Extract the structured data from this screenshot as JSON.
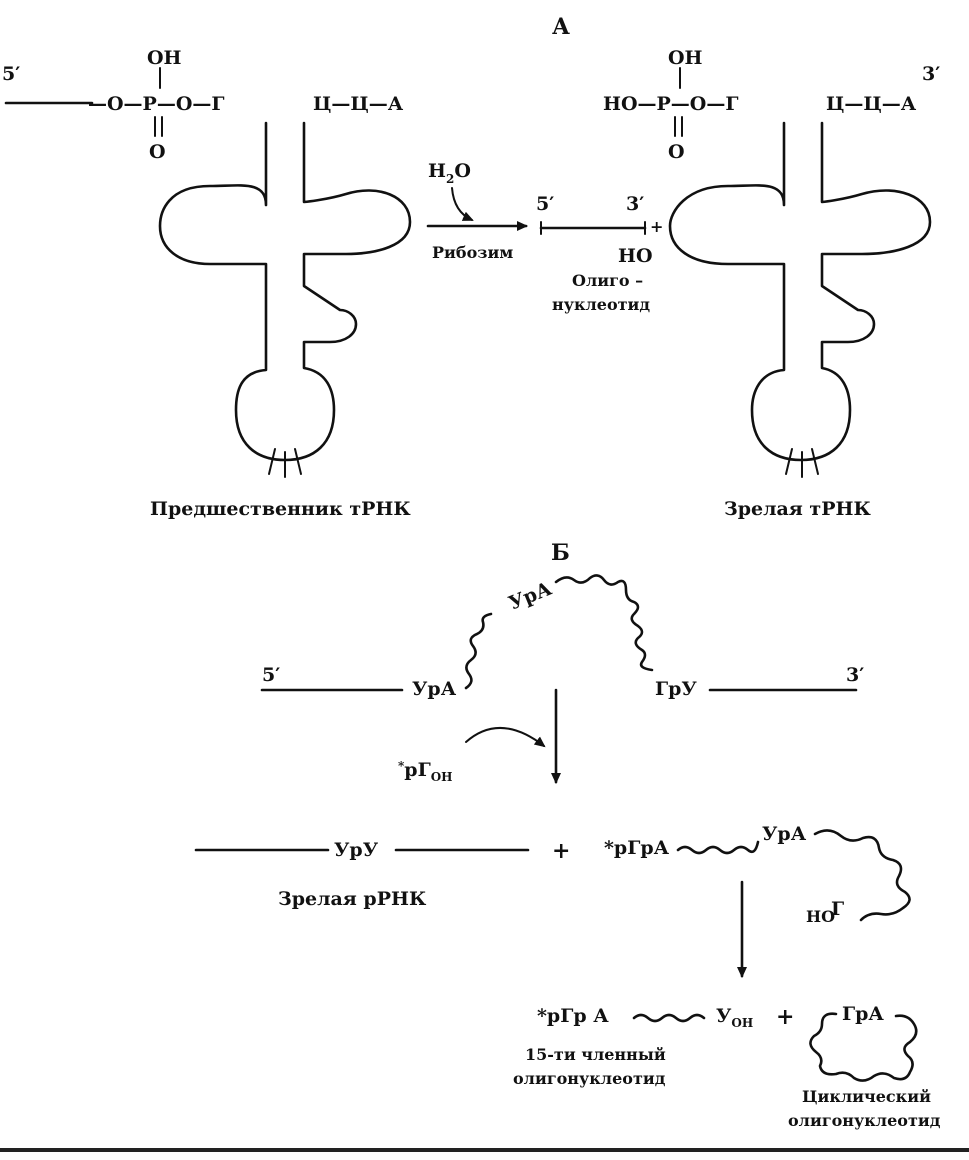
{
  "panel_a": {
    "title": "А",
    "left": {
      "five_prime": "5′",
      "oh": "OH",
      "phosphate_chain": "—O—P—O—Г",
      "oxygen": "O",
      "cca": "Ц—Ц—А",
      "caption": "Предшественник тРНК"
    },
    "reaction": {
      "water": "H",
      "water_sub": "2",
      "water_o": "O",
      "enzyme": "Рибозим"
    },
    "oligo": {
      "five_prime": "5′",
      "three_prime": "3′",
      "ho": "HO",
      "plus": "+",
      "label_line1": "Олиго –",
      "label_line2": "нуклеотид"
    },
    "right": {
      "oh": "OH",
      "phosphate_chain": "HO—P—O—Г",
      "oxygen": "O",
      "cca": "Ц—Ц—А",
      "three_prime": "3′",
      "caption": "Зрелая тРНК"
    }
  },
  "panel_b": {
    "title": "Б",
    "precursor": {
      "five_prime": "5′",
      "three_prime": "3′",
      "upa_left": "УрА",
      "upa_top": "УрА",
      "gpu": "ГрУ"
    },
    "cofactor": {
      "star": "*",
      "text": "рГ",
      "sub": "ОН"
    },
    "mature": {
      "upu": "УрУ",
      "caption": "Зрелая рРНК",
      "plus": "+"
    },
    "intermediate": {
      "start": "*рГрА",
      "upa": "УрА",
      "ho": "НО",
      "g": "Г"
    },
    "products": {
      "start": "*рГр А",
      "u": "У",
      "u_sub": "ОН",
      "plus": "+",
      "gpa": "ГрА",
      "linear_line1": "15-ти членный",
      "linear_line2": "олигонуклеотид",
      "cyclic_line1": "Циклический",
      "cyclic_line2": "олигонуклеотид"
    }
  }
}
